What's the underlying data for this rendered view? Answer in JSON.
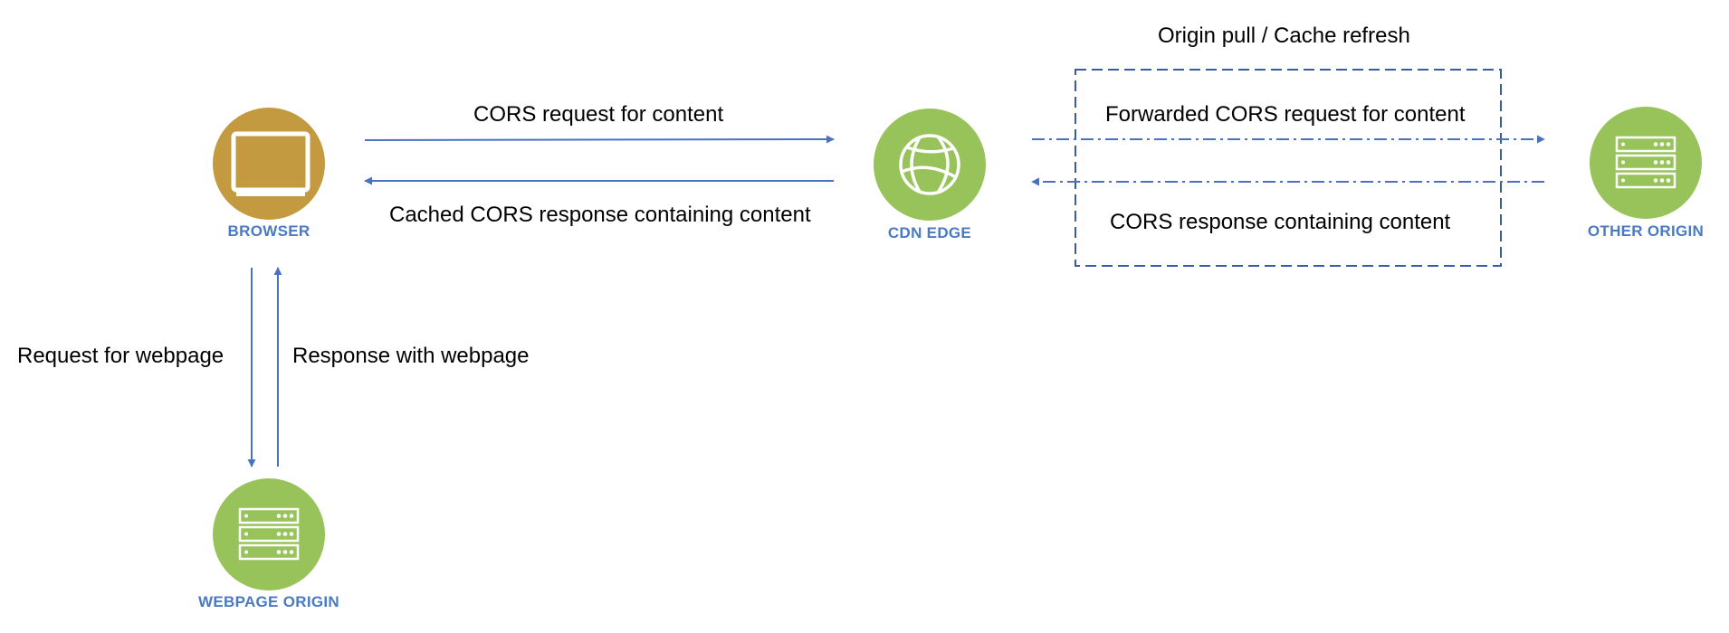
{
  "nodes": {
    "browser": {
      "label": "BROWSER",
      "color": "#c49a40",
      "icon": "monitor-icon"
    },
    "cdn_edge": {
      "label": "CDN EDGE",
      "color": "#97c35a",
      "icon": "globe-icon"
    },
    "other_origin": {
      "label": "OTHER ORIGIN",
      "color": "#97c35a",
      "icon": "server-icon"
    },
    "webpage_origin": {
      "label": "WEBPAGE ORIGIN",
      "color": "#97c35a",
      "icon": "server-icon"
    }
  },
  "edges": {
    "cors_request": "CORS request for content",
    "cached_cors_response": "Cached CORS response containing content",
    "forwarded_cors_request": "Forwarded CORS request for content",
    "cors_response": "CORS response containing content",
    "request_webpage": "Request for webpage",
    "response_webpage": "Response with webpage"
  },
  "groups": {
    "origin_pull": "Origin pull / Cache refresh"
  },
  "colors": {
    "arrow": "#4a72c4",
    "node_label": "#4a7ac4",
    "box_border": "#3a5aa8"
  }
}
